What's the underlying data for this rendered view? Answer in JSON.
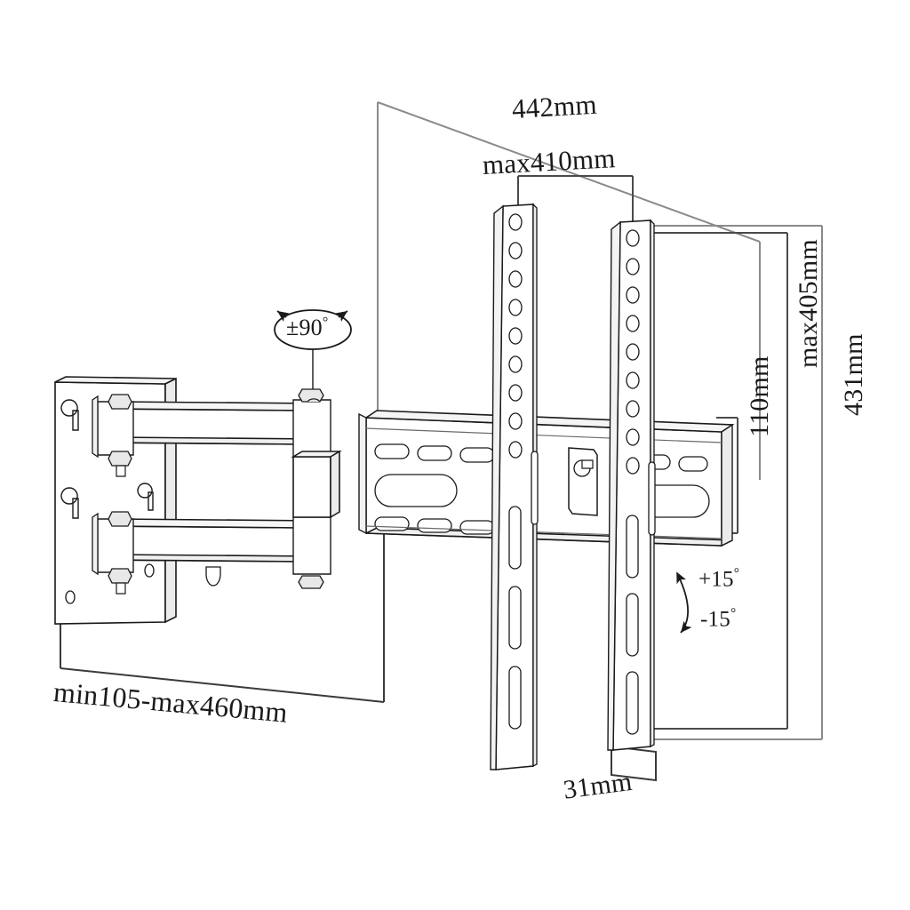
{
  "drawing": {
    "title": "TV Wall Mount Bracket Technical Dimension Drawing",
    "type": "technical-line-drawing",
    "background_color": "#ffffff",
    "outline_color": "#1a1a1a",
    "dimension_line_color": "#808080",
    "detail_line_color": "#555555"
  },
  "dimensions": {
    "plate_width": "442mm",
    "vesa_max_width": "max410mm",
    "bracket_height": "110mm",
    "vesa_max_height": "max405mm",
    "rail_height": "431mm",
    "wall_distance": "min105-max460mm",
    "profile_depth": "31mm"
  },
  "angles": {
    "swivel": "±90",
    "tilt_up": "+15",
    "tilt_down": "-15",
    "degree_symbol": "°"
  },
  "components": {
    "wall_plate": "wall-mounting-plate",
    "upper_arm": "upper-articulating-arm",
    "lower_arm": "lower-articulating-arm",
    "swivel_post": "swivel-pivot-post",
    "horizontal_bracket": "horizontal-mounting-bracket",
    "left_rail": "left-vesa-rail",
    "right_rail": "right-vesa-rail",
    "lock_tab": "center-locking-tab"
  }
}
